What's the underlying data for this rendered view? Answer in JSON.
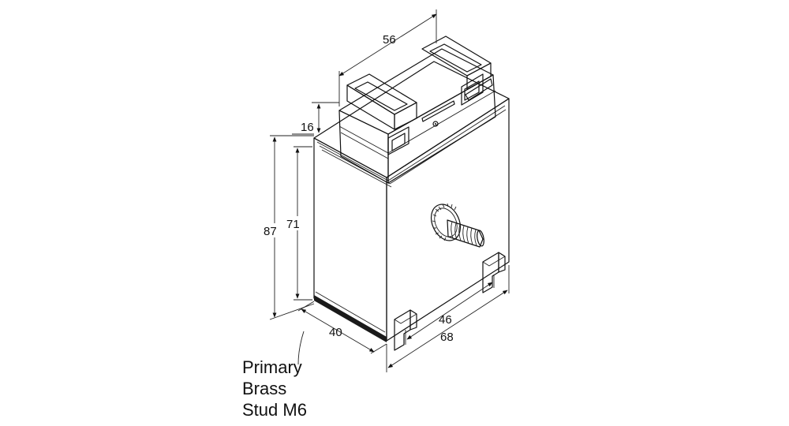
{
  "dimensions": {
    "top_width": "56",
    "top_depth": "16",
    "overall_height": "87",
    "body_height": "71",
    "base_depth": "40",
    "foot_spacing": "46",
    "base_width": "68"
  },
  "callout": {
    "line1": "Primary",
    "line2": "Brass",
    "line3": "Stud M6"
  },
  "colors": {
    "line": "#111111",
    "front_face": "#f2f2f2",
    "side_face": "#e9e9e9",
    "background": "#ffffff"
  }
}
